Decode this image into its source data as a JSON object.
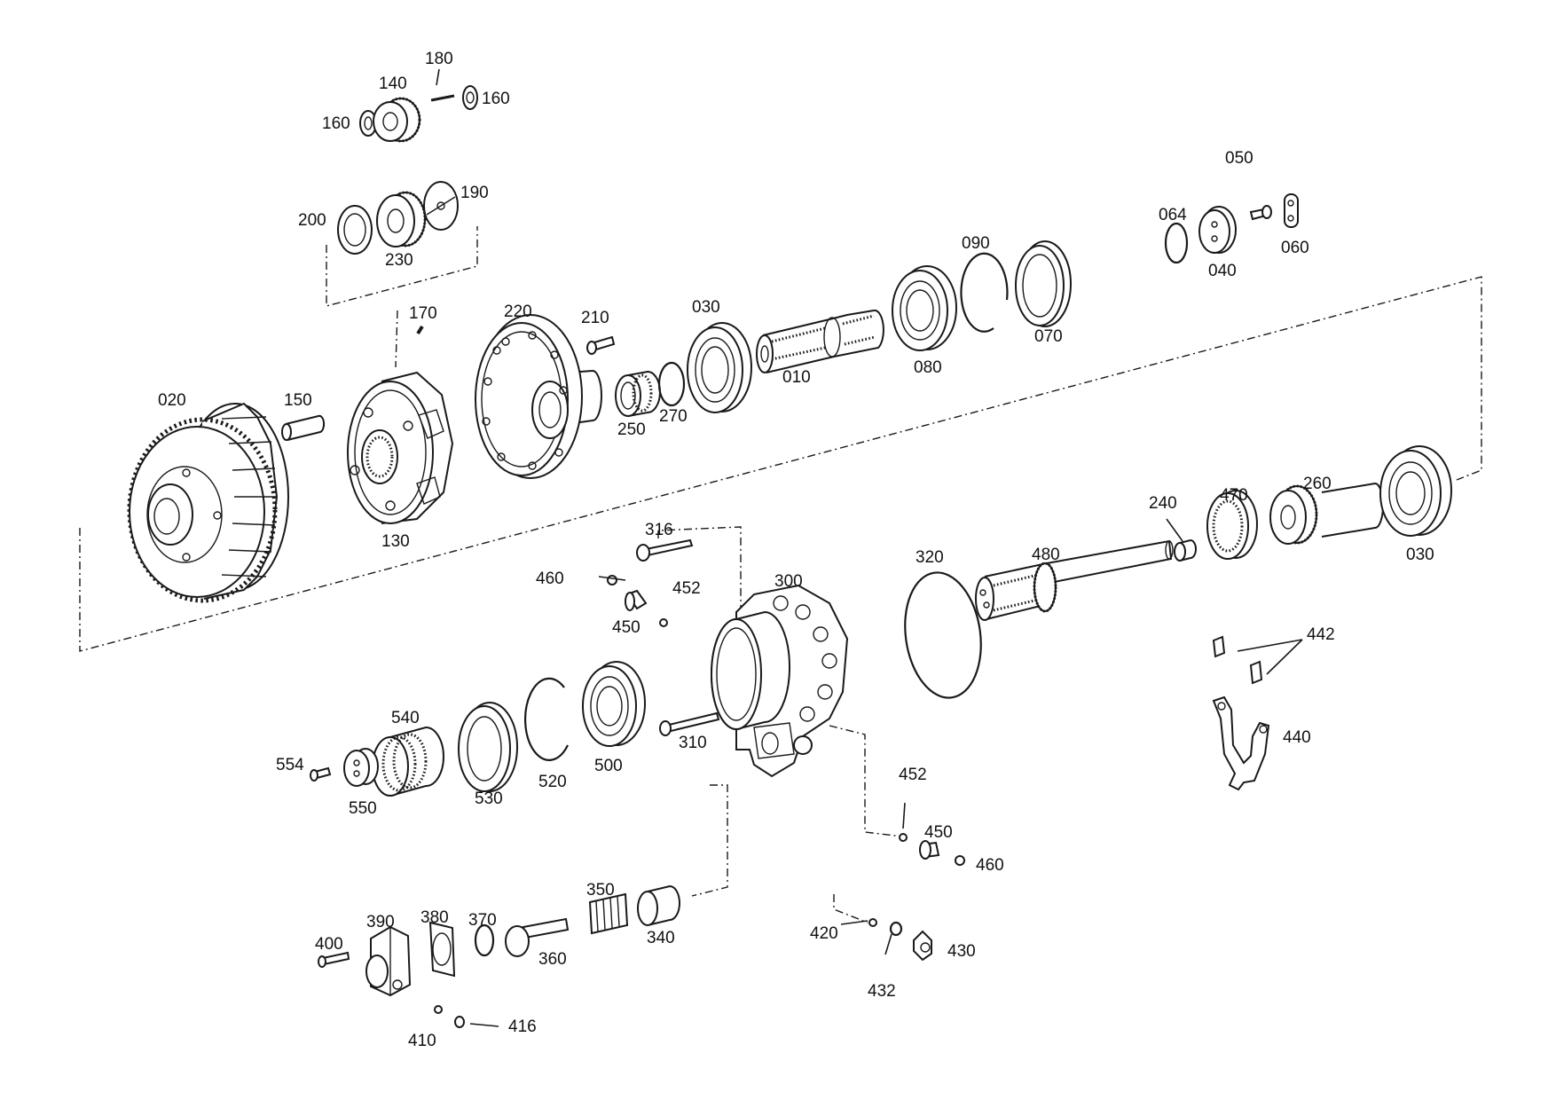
{
  "drawing": {
    "labels": {
      "p010": "010",
      "p020": "020",
      "p030a": "030",
      "p030b": "030",
      "p040": "040",
      "p050": "050",
      "p060": "060",
      "p064": "064",
      "p070": "070",
      "p080": "080",
      "p090": "090",
      "p130": "130",
      "p140": "140",
      "p150": "150",
      "p160a": "160",
      "p160b": "160",
      "p170": "170",
      "p180": "180",
      "p190": "190",
      "p200": "200",
      "p210": "210",
      "p220": "220",
      "p230": "230",
      "p240": "240",
      "p250": "250",
      "p260": "260",
      "p270": "270",
      "p300": "300",
      "p310": "310",
      "p316": "316",
      "p320": "320",
      "p340": "340",
      "p350": "350",
      "p360": "360",
      "p370": "370",
      "p380": "380",
      "p390": "390",
      "p400": "400",
      "p410": "410",
      "p416": "416",
      "p420": "420",
      "p430": "430",
      "p432": "432",
      "p440": "440",
      "p442": "442",
      "p450a": "450",
      "p450b": "450",
      "p452a": "452",
      "p452b": "452",
      "p460a": "460",
      "p460b": "460",
      "p470": "470",
      "p480": "480",
      "p500": "500",
      "p520": "520",
      "p530": "530",
      "p540": "540",
      "p550": "550",
      "p554": "554"
    }
  }
}
